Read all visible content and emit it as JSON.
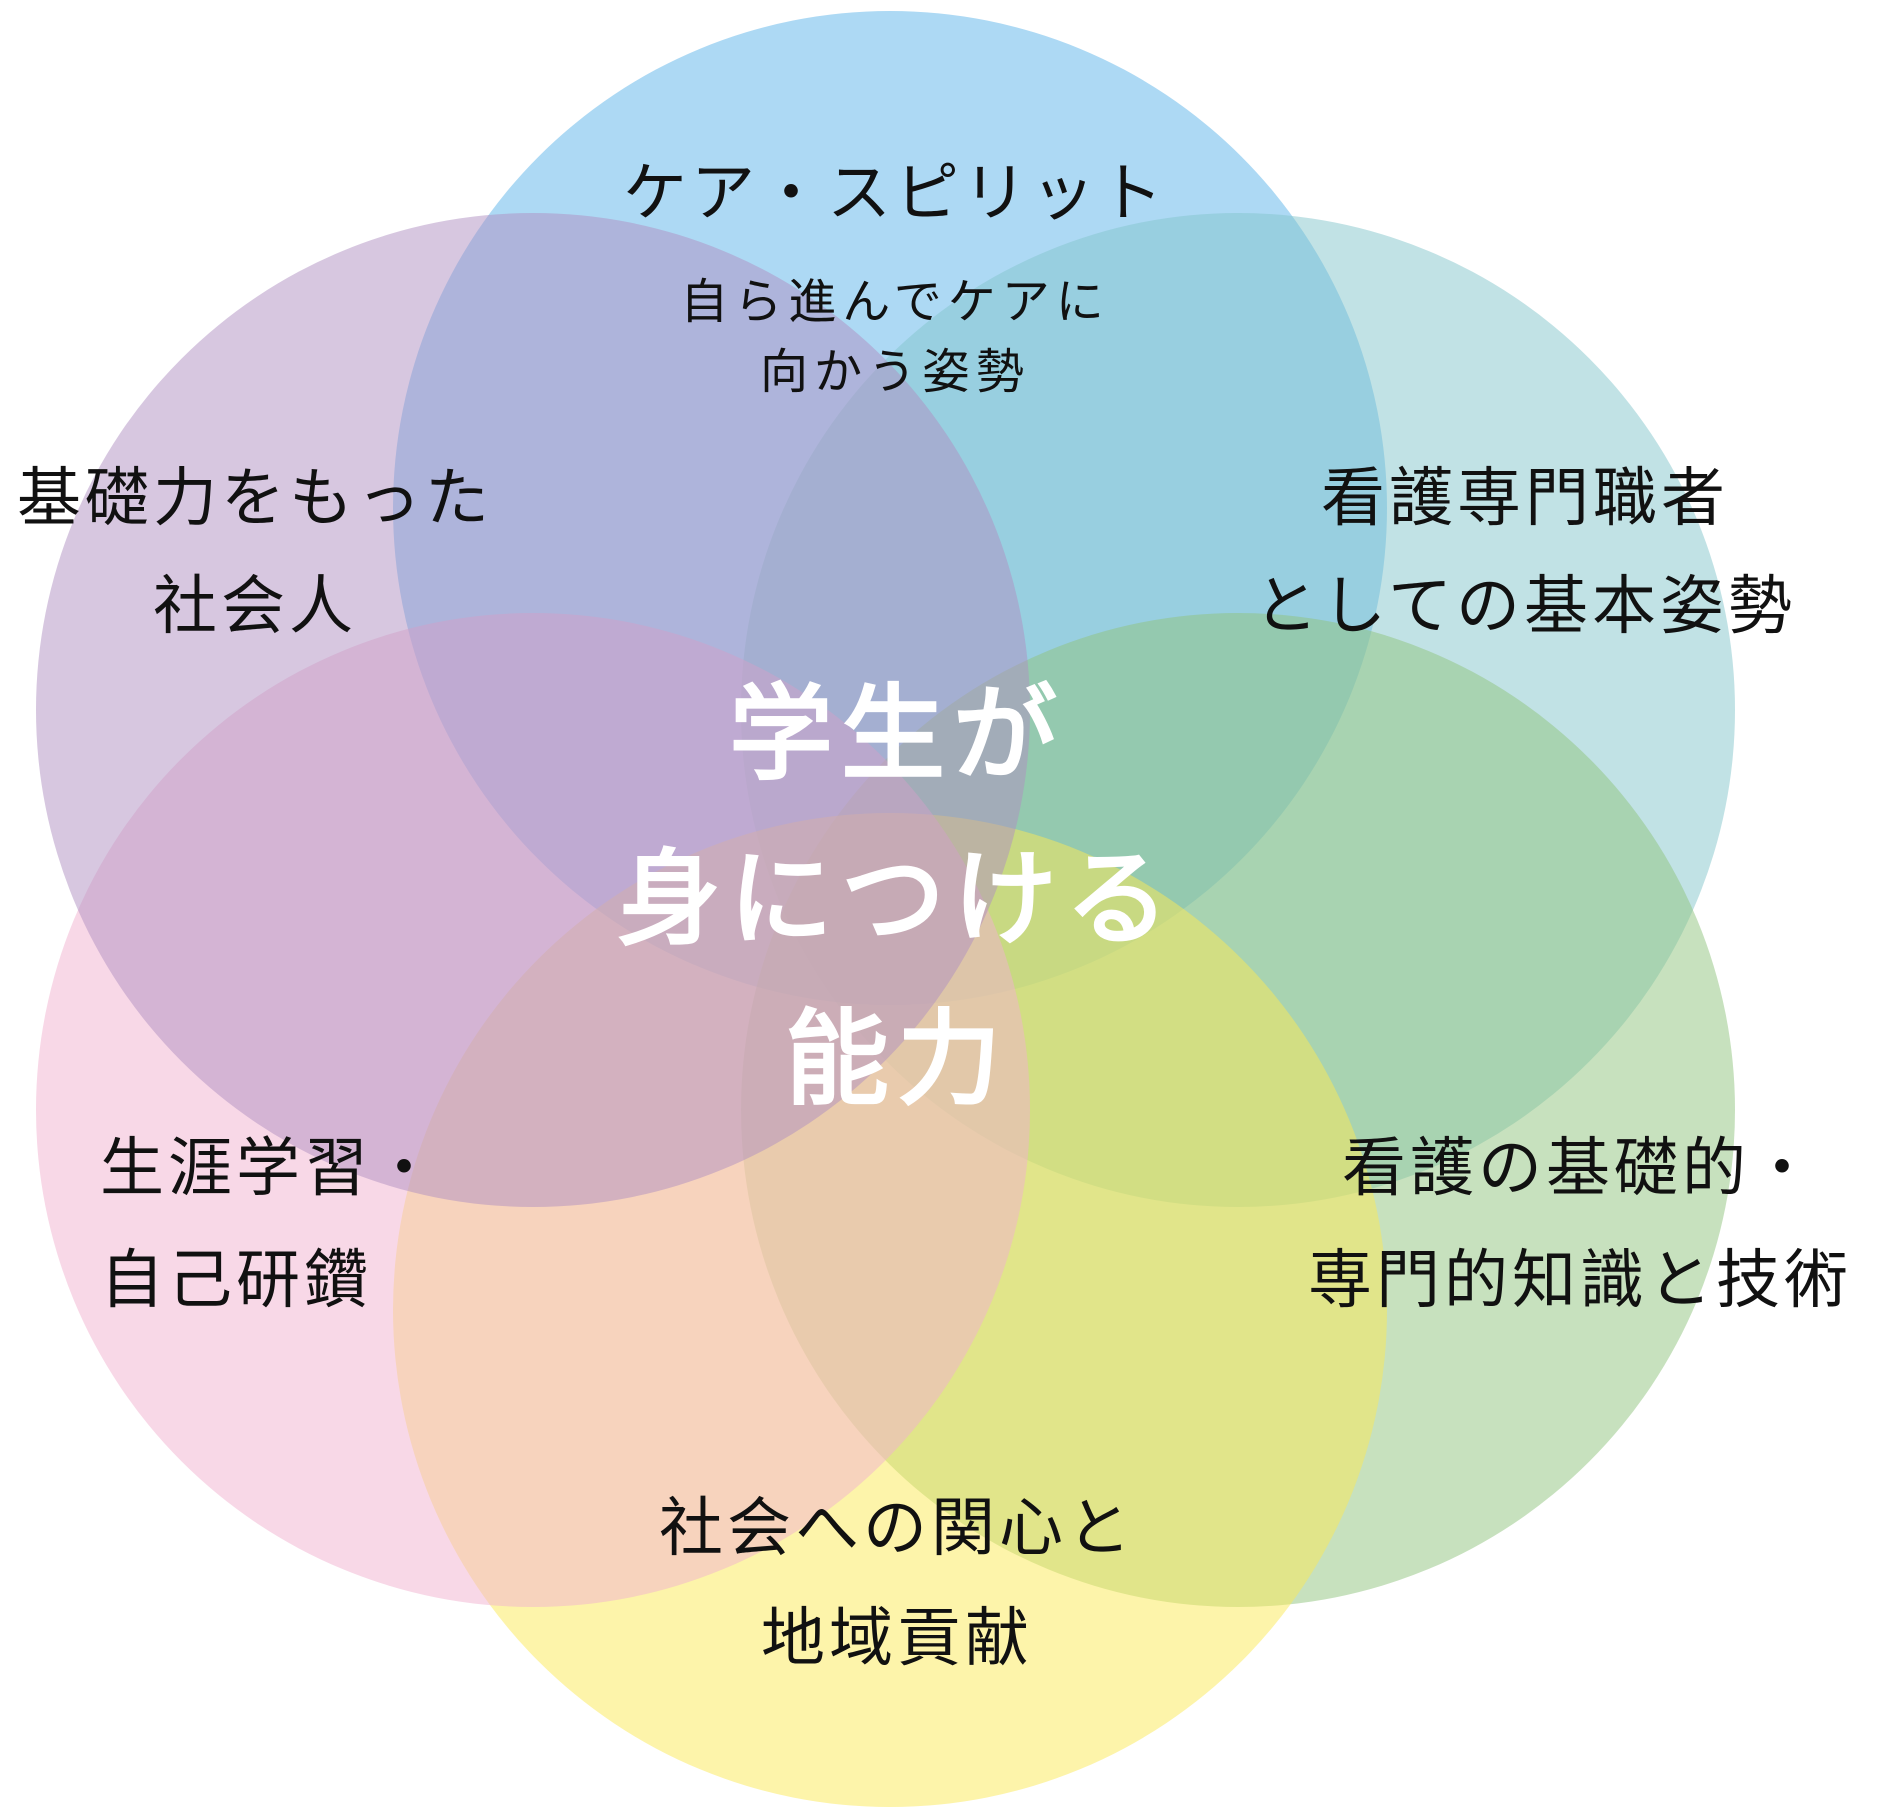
{
  "diagram": {
    "circles": [
      {
        "name": "circle-care-spirit",
        "color": "#5bb4ea",
        "opacity": 0.5
      },
      {
        "name": "circle-professional",
        "color": "#83c6cc",
        "opacity": 0.5
      },
      {
        "name": "circle-knowledge-skills",
        "color": "#8fc47e",
        "opacity": 0.5
      },
      {
        "name": "circle-community",
        "color": "#fcea55",
        "opacity": 0.5
      },
      {
        "name": "circle-lifelong-learning",
        "color": "#f1b2d0",
        "opacity": 0.5
      },
      {
        "name": "circle-social-person",
        "color": "#b08fc2",
        "opacity": 0.5
      }
    ],
    "labels": {
      "care_spirit": {
        "title": "ケア・スピリット",
        "sub_line1": "自ら進んでケアに",
        "sub_line2": "向かう姿勢"
      },
      "social_person": {
        "line1": "基礎力をもった",
        "line2": "社会人"
      },
      "professional": {
        "line1": "看護専門職者",
        "line2": "としての基本姿勢"
      },
      "lifelong_learning": {
        "line1": "生涯学習・",
        "line2": "自己研鑽"
      },
      "knowledge_skills": {
        "line1": "看護の基礎的・",
        "line2": "専門的知識と技術"
      },
      "community": {
        "line1": "社会への関心と",
        "line2": "地域貢献"
      }
    },
    "center": {
      "line1": "学生が",
      "line2": "身につける",
      "line3": "能力"
    }
  }
}
